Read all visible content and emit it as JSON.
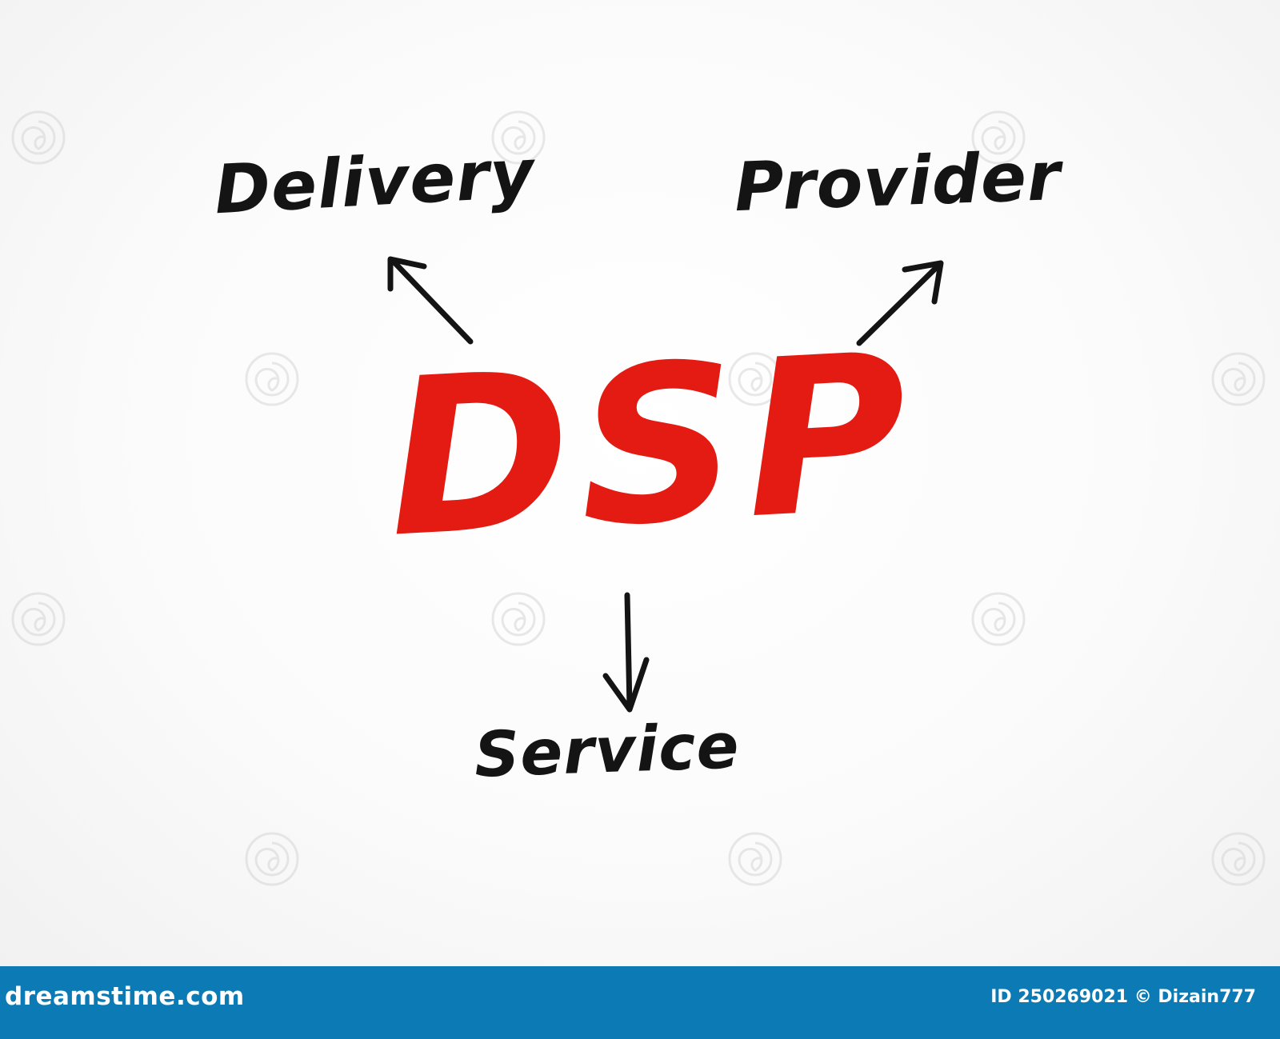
{
  "diagram": {
    "acronym": "DSP",
    "terms": {
      "top_left": "Delivery",
      "top_right": "Provider",
      "bottom": "Service"
    },
    "colors": {
      "acronym": "#e31b12",
      "terms": "#141414",
      "arrows": "#141414"
    }
  },
  "watermark": {
    "icon": "dreamstime-spiral-logo-icon",
    "text": "dreamstime"
  },
  "footer": {
    "brand": "dreamstime.com",
    "credit": "ID 250269021 © Dizain777",
    "background": "#0c7bb5"
  }
}
